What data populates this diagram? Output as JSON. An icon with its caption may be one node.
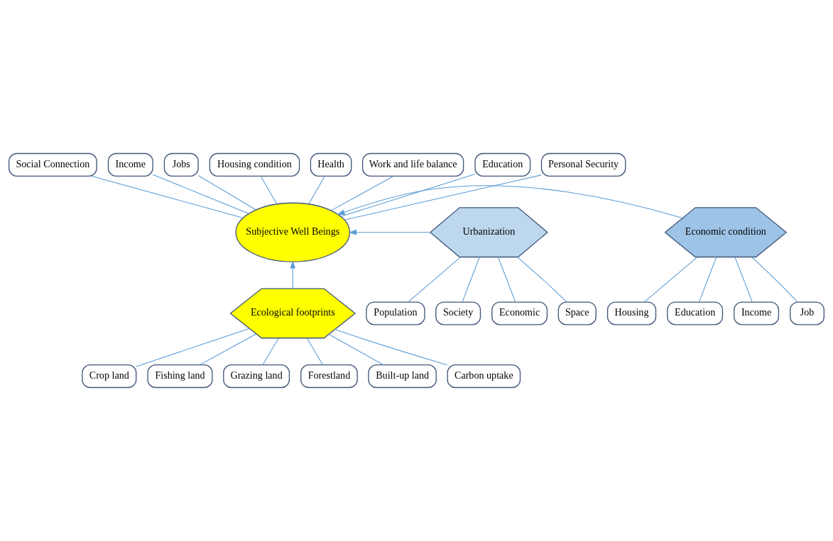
{
  "diagram": {
    "nodes": [
      {
        "text": [
          "Social Connection"
        ]
      },
      {
        "text": [
          "Income"
        ]
      },
      {
        "text": [
          "Jobs"
        ]
      },
      {
        "text": [
          "Housing condition"
        ]
      },
      {
        "text": [
          "Health"
        ]
      },
      {
        "text": [
          "Work and life balance"
        ]
      },
      {
        "text": [
          "Education"
        ]
      },
      {
        "text": [
          "Personal Security"
        ]
      },
      {
        "text": [
          "Subjective Well Beings"
        ]
      },
      {
        "text": [
          "Population"
        ]
      },
      {
        "text": [
          "Society"
        ]
      },
      {
        "text": [
          "Economic"
        ]
      },
      {
        "text": [
          "Space"
        ]
      },
      {
        "text": [
          "Urbanization"
        ]
      },
      {
        "text": [
          "Economic condition"
        ]
      },
      {
        "text": [
          "Housing"
        ]
      },
      {
        "text": [
          "Education"
        ]
      },
      {
        "text": [
          "Income"
        ]
      },
      {
        "text": [
          "Job"
        ]
      },
      {
        "text": [
          "Ecological footprints"
        ]
      },
      {
        "text": [
          "Crop land"
        ]
      },
      {
        "text": [
          "Fishing land"
        ]
      },
      {
        "text": [
          "Grazing land"
        ]
      },
      {
        "text": [
          "Forestland"
        ]
      },
      {
        "text": [
          "Built-up land"
        ]
      },
      {
        "text": [
          "Carbon uptake"
        ]
      }
    ],
    "edges": [
      {
        "from": 0,
        "to": 8,
        "arrow": "none"
      },
      {
        "from": 1,
        "to": 8,
        "arrow": "none"
      },
      {
        "from": 2,
        "to": 8,
        "arrow": "none"
      },
      {
        "from": 3,
        "to": 8,
        "arrow": "none"
      },
      {
        "from": 4,
        "to": 8,
        "arrow": "none"
      },
      {
        "from": 5,
        "to": 8,
        "arrow": "none"
      },
      {
        "from": 6,
        "to": 8,
        "arrow": "none"
      },
      {
        "from": 7,
        "to": 8,
        "arrow": "none"
      },
      {
        "from": 9,
        "to": 13,
        "arrow": "none"
      },
      {
        "from": 10,
        "to": 13,
        "arrow": "none"
      },
      {
        "from": 11,
        "to": 13,
        "arrow": "none"
      },
      {
        "from": 12,
        "to": 13,
        "arrow": "none"
      },
      {
        "from": 13,
        "to": 8,
        "arrow": "to"
      },
      {
        "from": 14,
        "to": 8,
        "arrow": "to"
      },
      {
        "from": 15,
        "to": 14,
        "arrow": "none"
      },
      {
        "from": 16,
        "to": 14,
        "arrow": "none"
      },
      {
        "from": 17,
        "to": 14,
        "arrow": "none"
      },
      {
        "from": 18,
        "to": 14,
        "arrow": "none"
      },
      {
        "from": 19,
        "to": 8,
        "arrow": "to"
      },
      {
        "from": 20,
        "to": 19,
        "arrow": "none"
      },
      {
        "from": 21,
        "to": 19,
        "arrow": "none"
      },
      {
        "from": 22,
        "to": 19,
        "arrow": "none"
      },
      {
        "from": 23,
        "to": 19,
        "arrow": "none"
      },
      {
        "from": 24,
        "to": 19,
        "arrow": "none"
      },
      {
        "from": 25,
        "to": 19,
        "arrow": "none"
      }
    ]
  }
}
